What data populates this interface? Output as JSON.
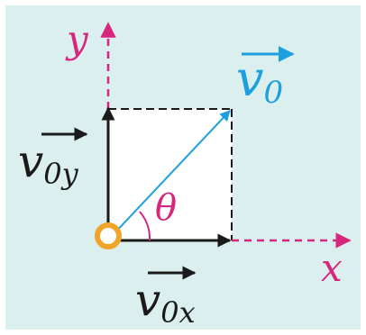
{
  "colors": {
    "background": "#dcefef",
    "border": "#ffffff",
    "axis": "#d6277c",
    "velocity": "#1d9fe0",
    "component": "#1a1a1a",
    "square_fill": "#ffffff",
    "ball_fill": "#ffffff",
    "ball_stroke": "#f0a52a"
  },
  "labels": {
    "y_axis": "y",
    "x_axis": "x",
    "velocity": "v",
    "velocity_sub": "0",
    "vy_base": "v",
    "vy_sub": "0y",
    "vx_base": "v",
    "vx_sub": "0x",
    "angle": "θ"
  }
}
